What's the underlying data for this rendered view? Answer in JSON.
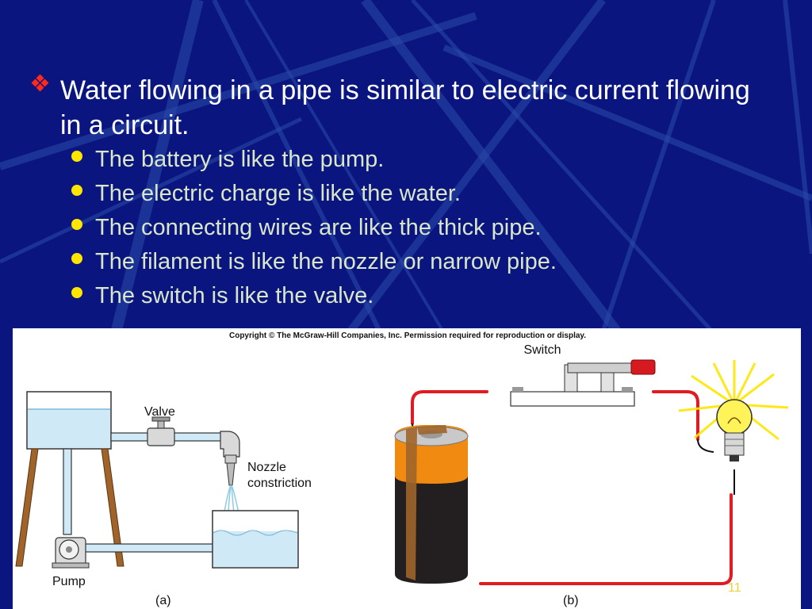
{
  "slide": {
    "main_point": "Water flowing in a pipe is similar to electric current flowing in a circuit.",
    "sub_points": [
      "The battery is like the pump.",
      "The electric charge is like the water.",
      "The connecting wires are like the thick pipe.",
      "The filament is like the nozzle or narrow pipe.",
      "The switch is like the valve."
    ],
    "page_number": "11"
  },
  "figure": {
    "copyright": "Copyright © The McGraw-Hill Companies, Inc. Permission required for reproduction or display.",
    "labels": {
      "valve": "Valve",
      "nozzle_line1": "Nozzle",
      "nozzle_line2": "constriction",
      "pump": "Pump",
      "switch": "Switch",
      "panel_a": "(a)",
      "panel_b": "(b)"
    }
  },
  "colors": {
    "background": "#0a1580",
    "bullet_marker": "#ff2a1a",
    "sub_bullet": "#ffe600",
    "water": "#cfe9f6",
    "wire": "#e11b22",
    "battery_top": "#f08a10",
    "battery_body": "#231f20"
  }
}
